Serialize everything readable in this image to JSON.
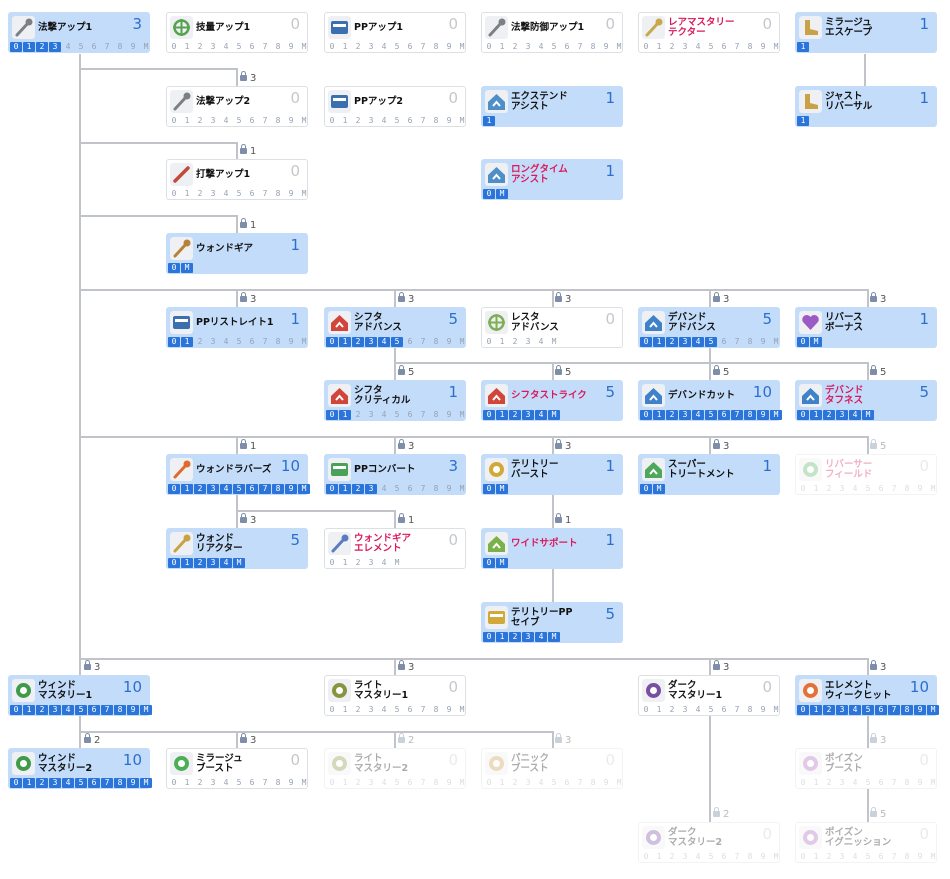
{
  "colors": {
    "learned_background": "#c3dcf9",
    "level_value": "#2a6fcf",
    "level_box_active": "#2b74d9",
    "special_skill_name": "#d8195c",
    "connector": "#c0c4c8"
  },
  "lock_icon": "lock-icon",
  "skills": [
    {
      "id": "technic-up-1",
      "name": "法撃アップ1",
      "level": "3",
      "levels": [
        "0",
        "1",
        "2",
        "3",
        "4",
        "5",
        "6",
        "7",
        "8",
        "9",
        "M"
      ],
      "filled": 4,
      "learned": true,
      "icon": "rod-icon",
      "icon_color": "#7d7f86"
    },
    {
      "id": "skill-up-1",
      "name": "技量アップ1",
      "level": "0",
      "levels": [
        "0",
        "1",
        "2",
        "3",
        "4",
        "5",
        "6",
        "7",
        "8",
        "9",
        "M"
      ],
      "filled": 0,
      "icon": "crosshair-icon",
      "icon_color": "#55a24f"
    },
    {
      "id": "pp-up-1",
      "name": "PPアップ1",
      "level": "0",
      "levels": [
        "0",
        "1",
        "2",
        "3",
        "4",
        "5",
        "6",
        "7",
        "8",
        "9",
        "M"
      ],
      "filled": 0,
      "icon": "pp-gauge-icon",
      "icon_color": "#3a6fb0"
    },
    {
      "id": "technic-guard-up-1",
      "name": "法撃防御アップ1",
      "level": "0",
      "levels": [
        "0",
        "1",
        "2",
        "3",
        "4",
        "5",
        "6",
        "7",
        "8",
        "9",
        "M"
      ],
      "filled": 0,
      "icon": "rod-shield-icon",
      "icon_color": "#7d7f86"
    },
    {
      "id": "rare-mastery-tector",
      "name": "レアマスタリー\nテクター",
      "level": "0",
      "levels": [
        "0",
        "1",
        "2",
        "3",
        "4",
        "5",
        "6",
        "7",
        "8",
        "9",
        "M"
      ],
      "filled": 0,
      "red": true,
      "icon": "star-rod-icon",
      "icon_color": "#c7a84a"
    },
    {
      "id": "mirage-escape",
      "name": "ミラージュ\nエスケープ",
      "level": "1",
      "levels": [
        "1"
      ],
      "filled": 1,
      "learned": true,
      "icon": "boot-icon",
      "icon_color": "#c9a245"
    },
    {
      "id": "technic-up-2",
      "name": "法撃アップ2",
      "level": "0",
      "levels": [
        "0",
        "1",
        "2",
        "3",
        "4",
        "5",
        "6",
        "7",
        "8",
        "9",
        "M"
      ],
      "filled": 0,
      "icon": "rod-icon",
      "icon_color": "#7d7f86"
    },
    {
      "id": "pp-up-2",
      "name": "PPアップ2",
      "level": "0",
      "levels": [
        "0",
        "1",
        "2",
        "3",
        "4",
        "5",
        "6",
        "7",
        "8",
        "9",
        "M"
      ],
      "filled": 0,
      "icon": "pp-gauge-icon",
      "icon_color": "#3a6fb0"
    },
    {
      "id": "extend-assist",
      "name": "エクステンド\nアシスト",
      "level": "1",
      "levels": [
        "1"
      ],
      "filled": 1,
      "learned": true,
      "icon": "house-arrow-icon",
      "icon_color": "#4f8fc8"
    },
    {
      "id": "just-reversal",
      "name": "ジャスト\nリバーサル",
      "level": "1",
      "levels": [
        "1"
      ],
      "filled": 1,
      "learned": true,
      "icon": "boot-icon",
      "icon_color": "#c9a245"
    },
    {
      "id": "strike-up-1",
      "name": "打撃アップ1",
      "level": "0",
      "levels": [
        "0",
        "1",
        "2",
        "3",
        "4",
        "5",
        "6",
        "7",
        "8",
        "9",
        "M"
      ],
      "filled": 0,
      "icon": "sword-icon",
      "icon_color": "#c24a3c"
    },
    {
      "id": "long-time-assist",
      "name": "ロングタイム\nアシスト",
      "level": "1",
      "levels": [
        "0",
        "M"
      ],
      "filled": 2,
      "learned": true,
      "red": true,
      "icon": "house-arrow-icon",
      "icon_color": "#4f8fc8"
    },
    {
      "id": "wand-gear",
      "name": "ウォンドギア",
      "level": "1",
      "levels": [
        "0",
        "M"
      ],
      "filled": 2,
      "learned": true,
      "icon": "wand-gear-icon",
      "icon_color": "#b8813a"
    },
    {
      "id": "pp-restorate-1",
      "name": "PPリストレイト1",
      "level": "1",
      "levels": [
        "0",
        "1",
        "2",
        "3",
        "4",
        "5",
        "6",
        "7",
        "8",
        "9",
        "M"
      ],
      "filled": 2,
      "learned": true,
      "icon": "pp-gauge-icon",
      "icon_color": "#3a6fb0"
    },
    {
      "id": "shifta-advance",
      "name": "シフタ\nアドバンス",
      "level": "5",
      "levels": [
        "0",
        "1",
        "2",
        "3",
        "4",
        "5",
        "6",
        "7",
        "8",
        "9",
        "M"
      ],
      "filled": 6,
      "learned": true,
      "icon": "shifta-house-icon",
      "icon_color": "#d2453b"
    },
    {
      "id": "resta-advance",
      "name": "レスタ\nアドバンス",
      "level": "0",
      "levels": [
        "0",
        "1",
        "2",
        "3",
        "4",
        "M"
      ],
      "filled": 0,
      "icon": "resta-cross-icon",
      "icon_color": "#7fae56"
    },
    {
      "id": "deband-advance",
      "name": "デバンド\nアドバンス",
      "level": "5",
      "levels": [
        "0",
        "1",
        "2",
        "3",
        "4",
        "5",
        "6",
        "7",
        "8",
        "9",
        "M"
      ],
      "filled": 6,
      "learned": true,
      "icon": "deband-house-icon",
      "icon_color": "#3f82c9"
    },
    {
      "id": "reverse-bonus",
      "name": "リバース\nボーナス",
      "level": "1",
      "levels": [
        "0",
        "M"
      ],
      "filled": 2,
      "learned": true,
      "icon": "reverse-heart-icon",
      "icon_color": "#9c5bc4"
    },
    {
      "id": "shifta-critical",
      "name": "シフタ\nクリティカル",
      "level": "1",
      "levels": [
        "0",
        "1",
        "2",
        "3",
        "4",
        "5",
        "6",
        "7",
        "8",
        "9",
        "M"
      ],
      "filled": 2,
      "learned": true,
      "icon": "shifta-house-icon",
      "icon_color": "#d2453b"
    },
    {
      "id": "shifta-strike",
      "name": "シフタストライク",
      "level": "5",
      "levels": [
        "0",
        "1",
        "2",
        "3",
        "4",
        "M"
      ],
      "filled": 6,
      "learned": true,
      "red": true,
      "icon": "shifta-house-icon",
      "icon_color": "#d2453b"
    },
    {
      "id": "deband-cut",
      "name": "デバンドカット",
      "level": "10",
      "levels": [
        "0",
        "1",
        "2",
        "3",
        "4",
        "5",
        "6",
        "7",
        "8",
        "9",
        "M"
      ],
      "filled": 11,
      "learned": true,
      "icon": "deband-house-icon",
      "icon_color": "#3f82c9"
    },
    {
      "id": "deband-toughness",
      "name": "デバンド\nタフネス",
      "level": "5",
      "levels": [
        "0",
        "1",
        "2",
        "3",
        "4",
        "M"
      ],
      "filled": 6,
      "learned": true,
      "red": true,
      "icon": "deband-house-icon",
      "icon_color": "#3f82c9"
    },
    {
      "id": "wand-lovers",
      "name": "ウォンドラバーズ",
      "level": "10",
      "levels": [
        "0",
        "1",
        "2",
        "3",
        "4",
        "5",
        "6",
        "7",
        "8",
        "9",
        "M"
      ],
      "filled": 11,
      "learned": true,
      "icon": "wand-heart-icon",
      "icon_color": "#e06a2e"
    },
    {
      "id": "pp-convert",
      "name": "PPコンバート",
      "level": "3",
      "levels": [
        "0",
        "1",
        "2",
        "3",
        "4",
        "5",
        "6",
        "7",
        "8",
        "9",
        "M"
      ],
      "filled": 4,
      "learned": true,
      "icon": "pp-convert-icon",
      "icon_color": "#4aa25a"
    },
    {
      "id": "territory-burst",
      "name": "テリトリー\nバースト",
      "level": "1",
      "levels": [
        "0",
        "M"
      ],
      "filled": 2,
      "learned": true,
      "icon": "territory-icon",
      "icon_color": "#d1a93a"
    },
    {
      "id": "super-treatment",
      "name": "スーパー\nトリートメント",
      "level": "1",
      "levels": [
        "0",
        "M"
      ],
      "filled": 2,
      "learned": true,
      "icon": "treatment-house-icon",
      "icon_color": "#4fa85a"
    },
    {
      "id": "reverser-field",
      "name": "リバーサー\nフィールド",
      "level": "0",
      "levels": [
        "0",
        "1",
        "2",
        "3",
        "4",
        "5",
        "6",
        "7",
        "8",
        "9",
        "M"
      ],
      "filled": 0,
      "red": true,
      "faded": true,
      "icon": "reverse-field-icon",
      "icon_color": "#5ab365"
    },
    {
      "id": "wand-reactor",
      "name": "ウォンド\nリアクター",
      "level": "5",
      "levels": [
        "0",
        "1",
        "2",
        "3",
        "4",
        "M"
      ],
      "filled": 6,
      "learned": true,
      "icon": "wand-reactor-icon",
      "icon_color": "#c9a245"
    },
    {
      "id": "wand-gear-element",
      "name": "ウォンドギア\nエレメント",
      "level": "0",
      "levels": [
        "0",
        "1",
        "2",
        "3",
        "4",
        "M"
      ],
      "filled": 0,
      "red": true,
      "icon": "wand-element-icon",
      "icon_color": "#5a7dc2"
    },
    {
      "id": "wide-support",
      "name": "ワイドサポート",
      "level": "1",
      "levels": [
        "0",
        "M"
      ],
      "filled": 2,
      "learned": true,
      "red": true,
      "icon": "support-house-icon",
      "icon_color": "#7bb14a"
    },
    {
      "id": "territory-pp-save",
      "name": "テリトリーPP\nセイブ",
      "level": "5",
      "levels": [
        "0",
        "1",
        "2",
        "3",
        "4",
        "M"
      ],
      "filled": 6,
      "learned": true,
      "icon": "territory-pp-icon",
      "icon_color": "#d1a93a"
    },
    {
      "id": "wind-mastery-1",
      "name": "ウィンド\nマスタリー1",
      "level": "10",
      "levels": [
        "0",
        "1",
        "2",
        "3",
        "4",
        "5",
        "6",
        "7",
        "8",
        "9",
        "M"
      ],
      "filled": 11,
      "learned": true,
      "icon": "wind-icon",
      "icon_color": "#3f9a4a"
    },
    {
      "id": "light-mastery-1",
      "name": "ライト\nマスタリー1",
      "level": "0",
      "levels": [
        "0",
        "1",
        "2",
        "3",
        "4",
        "5",
        "6",
        "7",
        "8",
        "9",
        "M"
      ],
      "filled": 0,
      "icon": "light-icon",
      "icon_color": "#8a9440"
    },
    {
      "id": "dark-mastery-1",
      "name": "ダーク\nマスタリー1",
      "level": "0",
      "levels": [
        "0",
        "1",
        "2",
        "3",
        "4",
        "5",
        "6",
        "7",
        "8",
        "9",
        "M"
      ],
      "filled": 0,
      "icon": "dark-icon",
      "icon_color": "#7a4ea3"
    },
    {
      "id": "element-weak-hit",
      "name": "エレメント\nウィークヒット",
      "level": "10",
      "levels": [
        "0",
        "1",
        "2",
        "3",
        "4",
        "5",
        "6",
        "7",
        "8",
        "9",
        "M"
      ],
      "filled": 11,
      "learned": true,
      "icon": "element-ring-icon",
      "icon_color": "#e4703a"
    },
    {
      "id": "wind-mastery-2",
      "name": "ウィンド\nマスタリー2",
      "level": "10",
      "levels": [
        "0",
        "1",
        "2",
        "3",
        "4",
        "5",
        "6",
        "7",
        "8",
        "9",
        "M"
      ],
      "filled": 11,
      "learned": true,
      "icon": "wind-icon",
      "icon_color": "#3f9a4a"
    },
    {
      "id": "mirage-boost",
      "name": "ミラージュ\nブースト",
      "level": "0",
      "levels": [
        "0",
        "1",
        "2",
        "3",
        "4",
        "5",
        "6",
        "7",
        "8",
        "9",
        "M"
      ],
      "filled": 0,
      "icon": "mirage-boost-icon",
      "icon_color": "#4cae56"
    },
    {
      "id": "light-mastery-2",
      "name": "ライト\nマスタリー2",
      "level": "0",
      "levels": [
        "0",
        "1",
        "2",
        "3",
        "4",
        "5",
        "6",
        "7",
        "8",
        "9",
        "M"
      ],
      "filled": 0,
      "faded": true,
      "icon": "light-icon",
      "icon_color": "#8a9440"
    },
    {
      "id": "panic-boost",
      "name": "パニック\nブースト",
      "level": "0",
      "levels": [
        "0",
        "1",
        "2",
        "3",
        "4",
        "5",
        "6",
        "7",
        "8",
        "9",
        "M"
      ],
      "filled": 0,
      "faded": true,
      "icon": "panic-icon",
      "icon_color": "#c99a4a"
    },
    {
      "id": "poison-boost",
      "name": "ポイズン\nブースト",
      "level": "0",
      "levels": [
        "0",
        "1",
        "2",
        "3",
        "4",
        "5",
        "6",
        "7",
        "8",
        "9",
        "M"
      ],
      "filled": 0,
      "faded": true,
      "icon": "poison-icon",
      "icon_color": "#a86bbf"
    },
    {
      "id": "dark-mastery-2",
      "name": "ダーク\nマスタリー2",
      "level": "0",
      "levels": [
        "0",
        "1",
        "2",
        "3",
        "4",
        "5",
        "6",
        "7",
        "8",
        "9",
        "M"
      ],
      "filled": 0,
      "faded": true,
      "icon": "dark-icon",
      "icon_color": "#7a4ea3"
    },
    {
      "id": "poison-ignition",
      "name": "ポイズン\nイグニッション",
      "level": "0",
      "levels": [
        "0",
        "1",
        "2",
        "3",
        "4",
        "5",
        "6",
        "7",
        "8",
        "9",
        "M"
      ],
      "filled": 0,
      "faded": true,
      "icon": "poison-icon",
      "icon_color": "#a86bbf"
    }
  ],
  "locks": [
    {
      "label": "3"
    },
    {
      "label": "1"
    },
    {
      "label": "1"
    },
    {
      "label": "3"
    },
    {
      "label": "3"
    },
    {
      "label": "3"
    },
    {
      "label": "3"
    },
    {
      "label": "3"
    },
    {
      "label": "5"
    },
    {
      "label": "5"
    },
    {
      "label": "5"
    },
    {
      "label": "5"
    },
    {
      "label": "1"
    },
    {
      "label": "3"
    },
    {
      "label": "3"
    },
    {
      "label": "3"
    },
    {
      "label": "5",
      "faded": true
    },
    {
      "label": "3"
    },
    {
      "label": "1"
    },
    {
      "label": "1"
    },
    {
      "label": "3"
    },
    {
      "label": "3"
    },
    {
      "label": "3"
    },
    {
      "label": "3"
    },
    {
      "label": "2"
    },
    {
      "label": "3"
    },
    {
      "label": "2",
      "faded": true
    },
    {
      "label": "3",
      "faded": true
    },
    {
      "label": "3",
      "faded": true
    },
    {
      "label": "2",
      "faded": true
    },
    {
      "label": "5",
      "faded": true
    }
  ]
}
